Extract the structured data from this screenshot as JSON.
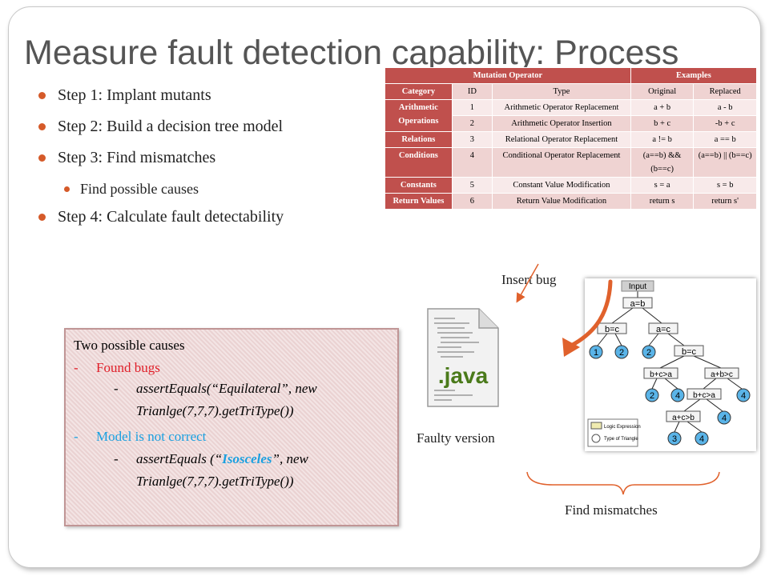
{
  "title": "Measure fault detection capability: Process",
  "bullets": [
    {
      "text": "Step 1: Implant mutants",
      "level": 1
    },
    {
      "text": "Step 2: Build a decision tree model",
      "level": 1
    },
    {
      "text": "Step 3: Find mismatches",
      "level": 1
    },
    {
      "text": "Find possible causes",
      "level": 2
    },
    {
      "text": "Step 4: Calculate fault detectability",
      "level": 1
    }
  ],
  "mutation_table": {
    "group_headers": [
      "Mutation Operator",
      "Examples"
    ],
    "col_headers": [
      "Category",
      "ID",
      "Type",
      "Original",
      "Replaced"
    ],
    "rows": [
      {
        "category": "Arithmetic Operations",
        "id": "1",
        "type": "Arithmetic Operator Replacement",
        "original": "a + b",
        "replaced": "a - b"
      },
      {
        "category": "",
        "id": "2",
        "type": "Arithmetic Operator Insertion",
        "original": "b + c",
        "replaced": "-b + c"
      },
      {
        "category": "Relations",
        "id": "3",
        "type": "Relational Operator Replacement",
        "original": "a != b",
        "replaced": "a == b"
      },
      {
        "category": "Conditions",
        "id": "4",
        "type": "Conditional Operator Replacement",
        "original": "(a==b) && (b==c)",
        "replaced": "(a==b) || (b==c)"
      },
      {
        "category": "Constants",
        "id": "5",
        "type": "Constant Value Modification",
        "original": "s = a",
        "replaced": "s = b"
      },
      {
        "category": "Return Values",
        "id": "6",
        "type": "Return Value Modification",
        "original": "return s",
        "replaced": "return s'"
      }
    ]
  },
  "callout": {
    "heading": "Two possible causes",
    "dash": "-",
    "cause1": "Found bugs",
    "cause1_code_a": "assertEquals(“Equilateral”, new",
    "cause1_code_b": "Trianlge(7,7,7).getTriType())",
    "cause2": "Model is not correct",
    "cause2_code_pre": "assertEquals (“",
    "cause2_code_word": "Isosceles",
    "cause2_code_post": "”, new",
    "cause2_code_b": "Trianlge(7,7,7).getTriType())"
  },
  "labels": {
    "insert_bug": "Insert bug",
    "faulty_version": "Faulty version",
    "find_mismatches": "Find mismatches"
  },
  "java_icon": {
    "ext": ".java"
  },
  "tree": {
    "root": "Input",
    "nodes": [
      "a=b",
      "b=c",
      "a=c",
      "1",
      "2",
      "2",
      "b=c",
      "b+c>a",
      "a+b>c",
      "2",
      "4",
      "b+c>a",
      "4",
      "a+c>b",
      "4",
      "3",
      "4"
    ],
    "legend": [
      "Logic Expression",
      "Type of Triangle"
    ]
  },
  "colors": {
    "accent": "#d55a29",
    "table_header": "#c0504d",
    "cause1": "#e0202a",
    "cause2": "#1aa0e0",
    "tree_node": "#5ab4e8"
  }
}
